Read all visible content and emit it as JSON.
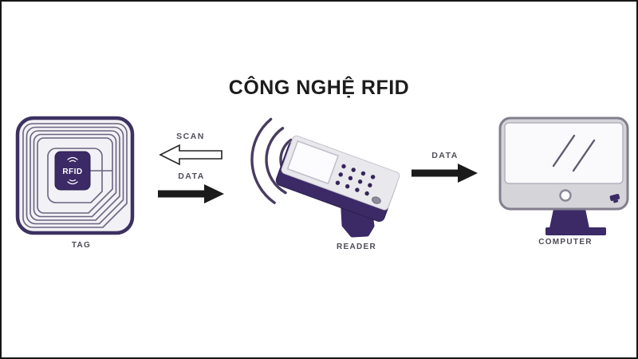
{
  "title": "CÔNG NGHỆ RFID",
  "colors": {
    "primary_purple": "#3b2a66",
    "coil_stroke": "#6a6380",
    "tag_fill": "#f2f1f5",
    "device_gray": "#e9e8ec",
    "monitor_chin_gray": "#d5d4d9",
    "arrow_black": "#1b1b1b",
    "label_gray": "#4e4a56"
  },
  "nodes": {
    "tag": {
      "label": "TAG",
      "chip_text": "RFID"
    },
    "reader": {
      "label": "READER"
    },
    "computer": {
      "label": "COMPUTER"
    }
  },
  "arrows": {
    "scan": {
      "label": "SCAN",
      "direction": "left",
      "style": "outline",
      "from": "reader",
      "to": "tag"
    },
    "data_tag_to_reader": {
      "label": "DATA",
      "direction": "right",
      "style": "solid",
      "from": "tag",
      "to": "reader"
    },
    "data_reader_to_computer": {
      "label": "DATA",
      "direction": "right",
      "style": "solid",
      "from": "reader",
      "to": "computer"
    }
  }
}
